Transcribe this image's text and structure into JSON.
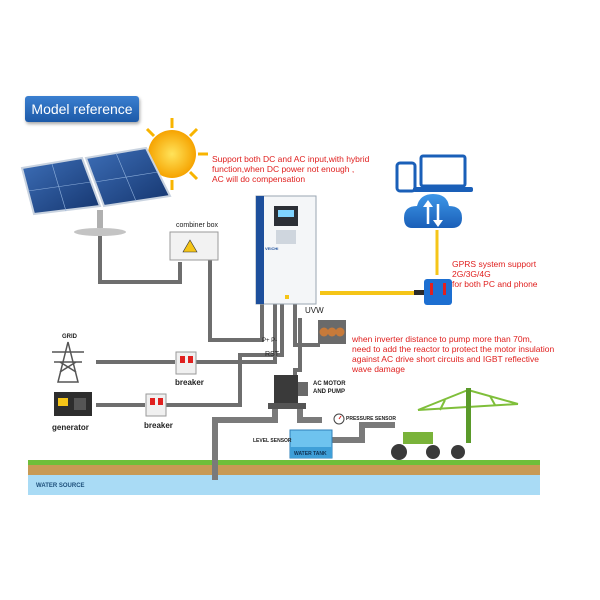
{
  "header": {
    "title": "Model reference"
  },
  "notes": {
    "hybrid": [
      "Support both DC and AC input,with hybrid",
      "function,when DC power not enough ,",
      "AC will do compensation"
    ],
    "gprs": [
      "GPRS system support",
      "2G/3G/4G",
      "for both PC and phone"
    ],
    "reactor": [
      "when inverter distance to pump more than 70m,",
      "need to add the reactor to protect the motor insulation",
      " against AC drive short circuits and IGBT reflective",
      "wave damage"
    ]
  },
  "labels": {
    "combiner_box": "combiner box",
    "grid": "GRID",
    "generator": "generator",
    "breaker_1": "breaker",
    "breaker_2": "breaker",
    "uvw": "UVW",
    "pp": "P+ P-",
    "rst": "RST",
    "ac_motor": [
      "AC MOTOR",
      "AND PUMP"
    ],
    "level_sensor": "LEVEL SENSOR",
    "pressure_sensor": "PRESSURE SENSOR",
    "water_tank": "WATER TANK",
    "water_source": "WATER SOURCE",
    "inverter_brand": "VEICHI"
  },
  "colors": {
    "accent_red": "#e0201f",
    "badge_blue": "#2a6cc0",
    "wire_gray": "#6e6e6e",
    "signal_yellow": "#f5c518",
    "water_blue": "#a9dbf5"
  }
}
